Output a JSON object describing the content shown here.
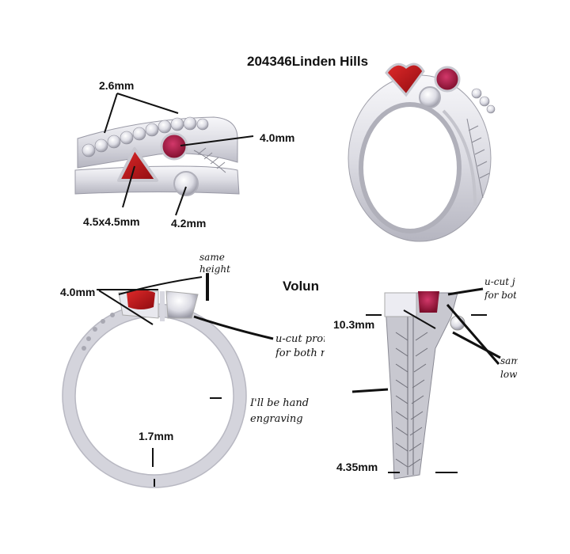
{
  "title": "204346Linden Hills",
  "views": {
    "front": {
      "labels": {
        "pave_diamonds": "2.6mm",
        "round_ruby": "4.0mm",
        "trillion_ruby": "4.5x4.5mm",
        "round_diamond": "4.2mm"
      }
    },
    "perspective": {},
    "side": {
      "labels": {
        "head_height": "4.0mm",
        "shank_width": "1.7mm"
      },
      "notes": {
        "same_height_line1": "same",
        "same_height_line2": "height",
        "ucut_line1": "u-cut  pron",
        "ucut_line2": "for both rou",
        "engraving_line1": "I'll be hand",
        "engraving_line2": "engraving"
      }
    },
    "top": {
      "section_label": "Volun",
      "labels": {
        "top_width": "10.3mm",
        "bottom_width": "4.35mm"
      },
      "notes": {
        "ucut_line1": "u-cut  j",
        "ucut_line2": "for both",
        "same_low_line1": "sam",
        "same_low_line2": "low"
      }
    }
  },
  "colors": {
    "metal": "#e4e4ea",
    "metal_shadow": "#b8b8c2",
    "ruby_trillion": "#c0141c",
    "ruby_round": "#a8163e",
    "diamond": "#f2f2f6",
    "line": "#111111"
  }
}
